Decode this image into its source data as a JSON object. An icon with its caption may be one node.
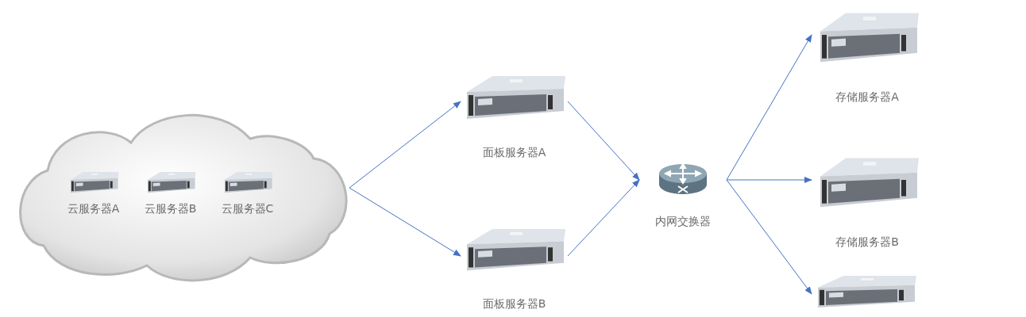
{
  "diagram": {
    "nodes": [
      {
        "text": [],
        "shape": "cloud"
      },
      {
        "text": [
          "云服务器A"
        ],
        "in": 0
      },
      {
        "text": [
          "云服务器B"
        ],
        "in": 0
      },
      {
        "text": [
          "云服务器C"
        ],
        "in": 0
      },
      {
        "text": [
          "面板服务器A"
        ]
      },
      {
        "text": [
          "面板服务器B"
        ]
      },
      {
        "text": [
          "内网交换器"
        ]
      },
      {
        "text": [
          "存储服务器A"
        ]
      },
      {
        "text": [
          "存储服务器B"
        ]
      },
      {
        "text": [],
        "shape": "picture"
      }
    ],
    "edges": [
      {
        "from": 0,
        "to": 4,
        "arrow": "to"
      },
      {
        "from": 0,
        "to": 5,
        "arrow": "to"
      },
      {
        "from": 4,
        "to": 6,
        "arrow": "to"
      },
      {
        "from": 5,
        "to": 6,
        "arrow": "to"
      },
      {
        "from": 6,
        "to": 7,
        "arrow": "to"
      },
      {
        "from": 6,
        "to": 8,
        "arrow": "to"
      },
      {
        "from": 6,
        "to": 9,
        "arrow": "to"
      }
    ]
  }
}
